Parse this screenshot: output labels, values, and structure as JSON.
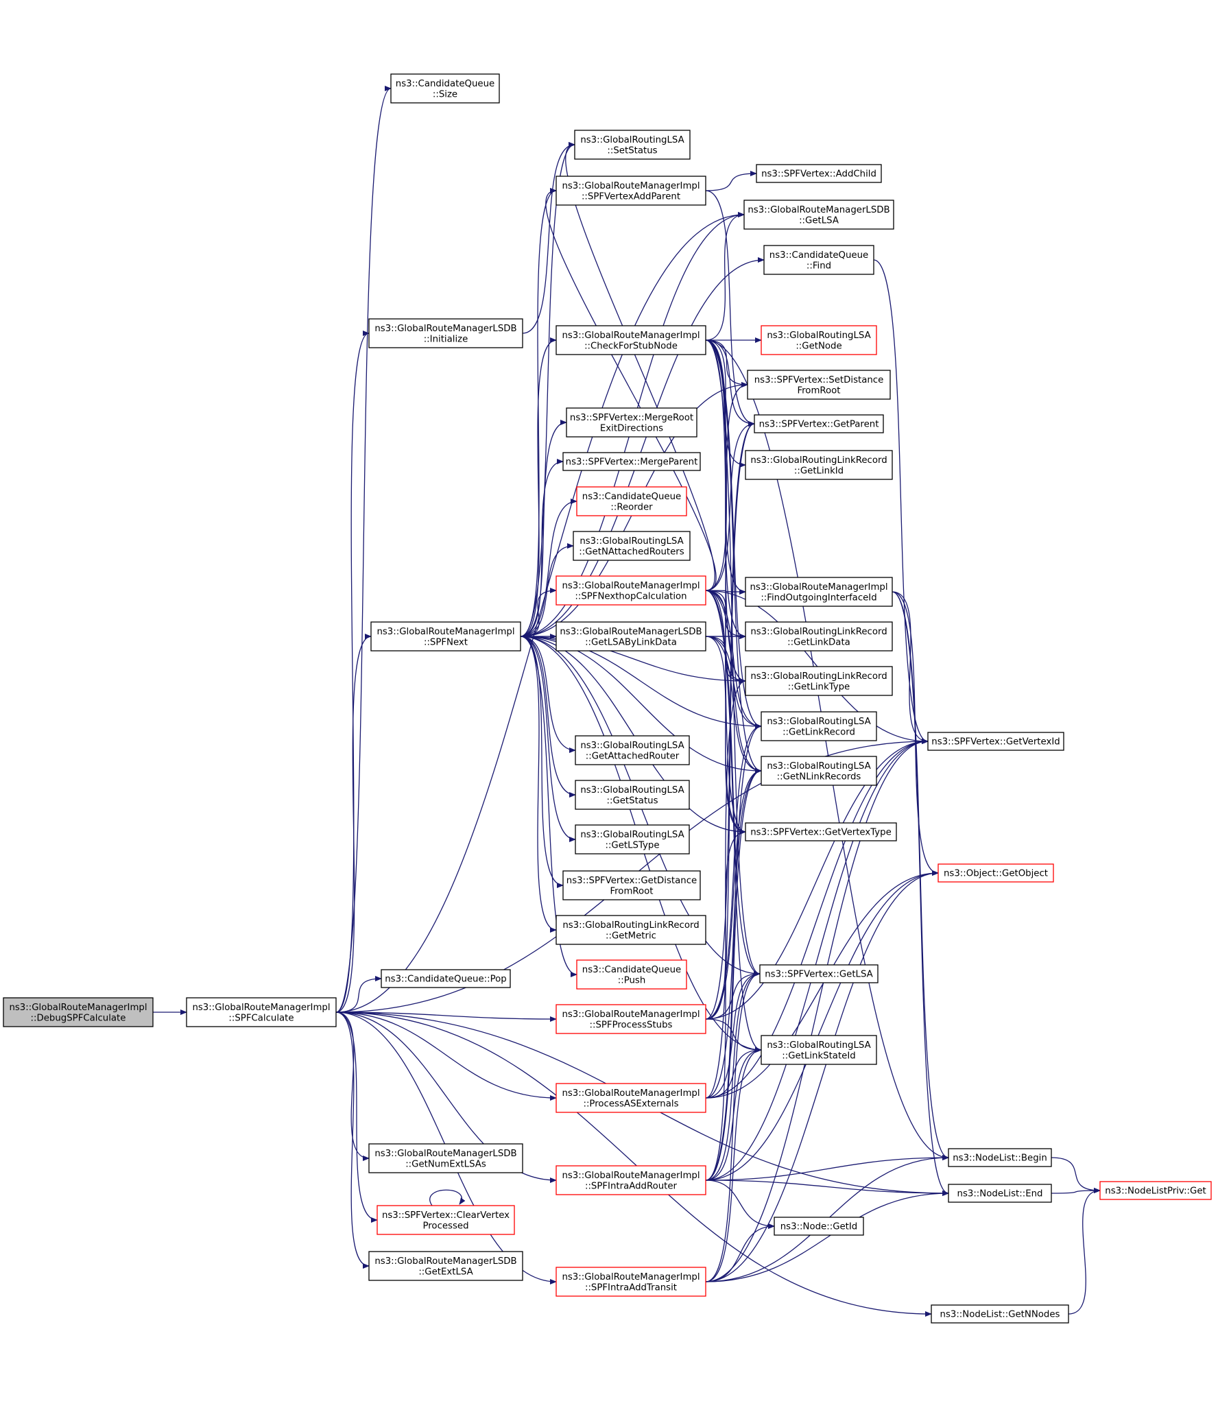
{
  "diagram": {
    "colors": {
      "edge": "#191970",
      "node_border": "#000000",
      "node_border_truncated": "#ff0000",
      "node_fill": "#ffffff",
      "root_fill": "#bfbfbf",
      "text": "#000000"
    },
    "nodes": [
      {
        "id": "debug",
        "lines": [
          "ns3::GlobalRouteManagerImpl",
          "::DebugSPFCalculate"
        ],
        "root": true
      },
      {
        "id": "spfcalc",
        "lines": [
          "ns3::GlobalRouteManagerImpl",
          "::SPFCalculate"
        ]
      },
      {
        "id": "cq_size",
        "lines": [
          "ns3::CandidateQueue",
          "::Size"
        ]
      },
      {
        "id": "lsdb_init",
        "lines": [
          "ns3::GlobalRouteManagerLSDB",
          "::Initialize"
        ]
      },
      {
        "id": "spfnext",
        "lines": [
          "ns3::GlobalRouteManagerImpl",
          "::SPFNext"
        ]
      },
      {
        "id": "cq_pop",
        "lines": [
          "ns3::CandidateQueue::Pop"
        ]
      },
      {
        "id": "lsdb_numext",
        "lines": [
          "ns3::GlobalRouteManagerLSDB",
          "::GetNumExtLSAs"
        ]
      },
      {
        "id": "clearvp",
        "lines": [
          "ns3::SPFVertex::ClearVertex",
          "Processed"
        ],
        "truncated": true
      },
      {
        "id": "lsdb_getext",
        "lines": [
          "ns3::GlobalRouteManagerLSDB",
          "::GetExtLSA"
        ]
      },
      {
        "id": "setstatus",
        "lines": [
          "ns3::GlobalRoutingLSA",
          "::SetStatus"
        ]
      },
      {
        "id": "addparent",
        "lines": [
          "ns3::GlobalRouteManagerImpl",
          "::SPFVertexAddParent"
        ]
      },
      {
        "id": "checkstub",
        "lines": [
          "ns3::GlobalRouteManagerImpl",
          "::CheckForStubNode"
        ]
      },
      {
        "id": "mergeroot",
        "lines": [
          "ns3::SPFVertex::MergeRoot",
          "ExitDirections"
        ]
      },
      {
        "id": "mergeparent",
        "lines": [
          "ns3::SPFVertex::MergeParent"
        ]
      },
      {
        "id": "cq_reorder",
        "lines": [
          "ns3::CandidateQueue",
          "::Reorder"
        ],
        "truncated": true
      },
      {
        "id": "natt",
        "lines": [
          "ns3::GlobalRoutingLSA",
          "::GetNAttachedRouters"
        ]
      },
      {
        "id": "nexthop",
        "lines": [
          "ns3::GlobalRouteManagerImpl",
          "::SPFNexthopCalculation"
        ],
        "truncated": true
      },
      {
        "id": "getlsabylink",
        "lines": [
          "ns3::GlobalRouteManagerLSDB",
          "::GetLSAByLinkData"
        ]
      },
      {
        "id": "getattached",
        "lines": [
          "ns3::GlobalRoutingLSA",
          "::GetAttachedRouter"
        ]
      },
      {
        "id": "getstatus",
        "lines": [
          "ns3::GlobalRoutingLSA",
          "::GetStatus"
        ]
      },
      {
        "id": "getlstype",
        "lines": [
          "ns3::GlobalRoutingLSA",
          "::GetLSType"
        ]
      },
      {
        "id": "getdist",
        "lines": [
          "ns3::SPFVertex::GetDistance",
          "FromRoot"
        ]
      },
      {
        "id": "getmetric",
        "lines": [
          "ns3::GlobalRoutingLinkRecord",
          "::GetMetric"
        ]
      },
      {
        "id": "cq_push",
        "lines": [
          "ns3::CandidateQueue",
          "::Push"
        ],
        "truncated": true
      },
      {
        "id": "procstubs",
        "lines": [
          "ns3::GlobalRouteManagerImpl",
          "::SPFProcessStubs"
        ],
        "truncated": true
      },
      {
        "id": "procase",
        "lines": [
          "ns3::GlobalRouteManagerImpl",
          "::ProcessASExternals"
        ],
        "truncated": true
      },
      {
        "id": "addrouter",
        "lines": [
          "ns3::GlobalRouteManagerImpl",
          "::SPFIntraAddRouter"
        ],
        "truncated": true
      },
      {
        "id": "addtransit",
        "lines": [
          "ns3::GlobalRouteManagerImpl",
          "::SPFIntraAddTransit"
        ],
        "truncated": true
      },
      {
        "id": "addchild",
        "lines": [
          "ns3::SPFVertex::AddChild"
        ]
      },
      {
        "id": "lsdb_getlsa",
        "lines": [
          "ns3::GlobalRouteManagerLSDB",
          "::GetLSA"
        ]
      },
      {
        "id": "cq_find",
        "lines": [
          "ns3::CandidateQueue",
          "::Find"
        ]
      },
      {
        "id": "getnode",
        "lines": [
          "ns3::GlobalRoutingLSA",
          "::GetNode"
        ],
        "truncated": true
      },
      {
        "id": "setdist",
        "lines": [
          "ns3::SPFVertex::SetDistance",
          "FromRoot"
        ]
      },
      {
        "id": "getparent",
        "lines": [
          "ns3::SPFVertex::GetParent"
        ]
      },
      {
        "id": "linkid",
        "lines": [
          "ns3::GlobalRoutingLinkRecord",
          "::GetLinkId"
        ]
      },
      {
        "id": "findif",
        "lines": [
          "ns3::GlobalRouteManagerImpl",
          "::FindOutgoingInterfaceId"
        ]
      },
      {
        "id": "linkdata",
        "lines": [
          "ns3::GlobalRoutingLinkRecord",
          "::GetLinkData"
        ]
      },
      {
        "id": "linktype",
        "lines": [
          "ns3::GlobalRoutingLinkRecord",
          "::GetLinkType"
        ]
      },
      {
        "id": "getlinkrecord",
        "lines": [
          "ns3::GlobalRoutingLSA",
          "::GetLinkRecord"
        ]
      },
      {
        "id": "nlinkrecords",
        "lines": [
          "ns3::GlobalRoutingLSA",
          "::GetNLinkRecords"
        ]
      },
      {
        "id": "vtype",
        "lines": [
          "ns3::SPFVertex::GetVertexType"
        ]
      },
      {
        "id": "vgetlsa",
        "lines": [
          "ns3::SPFVertex::GetLSA"
        ]
      },
      {
        "id": "linkstateid",
        "lines": [
          "ns3::GlobalRoutingLSA",
          "::GetLinkStateId"
        ]
      },
      {
        "id": "nodegetid",
        "lines": [
          "ns3::Node::GetId"
        ]
      },
      {
        "id": "vertexid",
        "lines": [
          "ns3::SPFVertex::GetVertexId"
        ]
      },
      {
        "id": "getobject",
        "lines": [
          "ns3::Object::GetObject"
        ],
        "truncated": true
      },
      {
        "id": "nl_begin",
        "lines": [
          "ns3::NodeList::Begin"
        ]
      },
      {
        "id": "nl_end",
        "lines": [
          "ns3::NodeList::End"
        ]
      },
      {
        "id": "nl_nnodes",
        "lines": [
          "ns3::NodeList::GetNNodes"
        ]
      },
      {
        "id": "nlpriv_get",
        "lines": [
          "ns3::NodeListPriv::Get"
        ],
        "truncated": true
      }
    ],
    "edges": [
      [
        "debug",
        "spfcalc"
      ],
      [
        "spfcalc",
        "cq_size"
      ],
      [
        "spfcalc",
        "lsdb_getlsa"
      ],
      [
        "spfcalc",
        "lsdb_init"
      ],
      [
        "spfcalc",
        "vertexid"
      ],
      [
        "spfcalc",
        "spfnext"
      ],
      [
        "spfcalc",
        "cq_pop"
      ],
      [
        "spfcalc",
        "procstubs"
      ],
      [
        "spfcalc",
        "procase"
      ],
      [
        "spfcalc",
        "addrouter"
      ],
      [
        "spfcalc",
        "lsdb_numext"
      ],
      [
        "spfcalc",
        "clearvp"
      ],
      [
        "spfcalc",
        "lsdb_getext"
      ],
      [
        "spfcalc",
        "addtransit"
      ],
      [
        "spfcalc",
        "nl_nnodes"
      ],
      [
        "spfcalc",
        "nl_end"
      ],
      [
        "clearvp",
        "clearvp"
      ],
      [
        "lsdb_init",
        "setstatus"
      ],
      [
        "spfnext",
        "setstatus"
      ],
      [
        "spfnext",
        "addparent"
      ],
      [
        "spfnext",
        "lsdb_getlsa"
      ],
      [
        "spfnext",
        "cq_find"
      ],
      [
        "spfnext",
        "checkstub"
      ],
      [
        "spfnext",
        "mergeroot"
      ],
      [
        "spfnext",
        "mergeparent"
      ],
      [
        "spfnext",
        "cq_reorder"
      ],
      [
        "spfnext",
        "natt"
      ],
      [
        "spfnext",
        "nexthop"
      ],
      [
        "spfnext",
        "getlsabylink"
      ],
      [
        "spfnext",
        "getattached"
      ],
      [
        "spfnext",
        "getstatus"
      ],
      [
        "spfnext",
        "getlstype"
      ],
      [
        "spfnext",
        "getdist"
      ],
      [
        "spfnext",
        "getmetric"
      ],
      [
        "spfnext",
        "cq_push"
      ],
      [
        "spfnext",
        "vtype"
      ],
      [
        "spfnext",
        "setdist"
      ],
      [
        "spfnext",
        "vgetlsa"
      ],
      [
        "spfnext",
        "linkstateid"
      ],
      [
        "spfnext",
        "linkdata"
      ],
      [
        "spfnext",
        "linktype"
      ],
      [
        "spfnext",
        "getlinkrecord"
      ],
      [
        "spfnext",
        "nlinkrecords"
      ],
      [
        "addparent",
        "addchild"
      ],
      [
        "addparent",
        "getparent"
      ],
      [
        "checkstub",
        "getnode"
      ],
      [
        "checkstub",
        "lsdb_getlsa"
      ],
      [
        "checkstub",
        "setdist"
      ],
      [
        "checkstub",
        "getparent"
      ],
      [
        "checkstub",
        "linkid"
      ],
      [
        "checkstub",
        "findif"
      ],
      [
        "checkstub",
        "linkdata"
      ],
      [
        "checkstub",
        "linktype"
      ],
      [
        "checkstub",
        "getlinkrecord"
      ],
      [
        "checkstub",
        "nlinkrecords"
      ],
      [
        "checkstub",
        "vtype"
      ],
      [
        "checkstub",
        "vgetlsa"
      ],
      [
        "checkstub",
        "nl_begin"
      ],
      [
        "cq_find",
        "vertexid"
      ],
      [
        "nexthop",
        "setstatus"
      ],
      [
        "nexthop",
        "addparent"
      ],
      [
        "nexthop",
        "setdist"
      ],
      [
        "nexthop",
        "getparent"
      ],
      [
        "nexthop",
        "findif"
      ],
      [
        "nexthop",
        "linkdata"
      ],
      [
        "nexthop",
        "linktype"
      ],
      [
        "nexthop",
        "getlinkrecord"
      ],
      [
        "nexthop",
        "nlinkrecords"
      ],
      [
        "nexthop",
        "vtype"
      ],
      [
        "nexthop",
        "vgetlsa"
      ],
      [
        "nexthop",
        "linkstateid"
      ],
      [
        "nexthop",
        "vertexid"
      ],
      [
        "getlsabylink",
        "linkdata"
      ],
      [
        "getlsabylink",
        "linktype"
      ],
      [
        "getlsabylink",
        "getlinkrecord"
      ],
      [
        "getlsabylink",
        "nlinkrecords"
      ],
      [
        "getlsabylink",
        "vtype"
      ],
      [
        "findif",
        "vertexid"
      ],
      [
        "findif",
        "getobject"
      ],
      [
        "findif",
        "nl_begin"
      ],
      [
        "findif",
        "nl_end"
      ],
      [
        "procstubs",
        "vgetlsa"
      ],
      [
        "procstubs",
        "linkstateid"
      ],
      [
        "procstubs",
        "getparent"
      ],
      [
        "procstubs",
        "nlinkrecords"
      ],
      [
        "procstubs",
        "vtype"
      ],
      [
        "procstubs",
        "getlinkrecord"
      ],
      [
        "procstubs",
        "vertexid"
      ],
      [
        "procase",
        "vgetlsa"
      ],
      [
        "procase",
        "linkstateid"
      ],
      [
        "procase",
        "getparent"
      ],
      [
        "procase",
        "nlinkrecords"
      ],
      [
        "procase",
        "getobject"
      ],
      [
        "procase",
        "vertexid"
      ],
      [
        "addrouter",
        "vgetlsa"
      ],
      [
        "addrouter",
        "linkstateid"
      ],
      [
        "addrouter",
        "getlinkrecord"
      ],
      [
        "addrouter",
        "nlinkrecords"
      ],
      [
        "addrouter",
        "linktype"
      ],
      [
        "addrouter",
        "vertexid"
      ],
      [
        "addrouter",
        "getobject"
      ],
      [
        "addrouter",
        "nl_begin"
      ],
      [
        "addrouter",
        "nl_end"
      ],
      [
        "addrouter",
        "nodegetid"
      ],
      [
        "addtransit",
        "vgetlsa"
      ],
      [
        "addtransit",
        "linkstateid"
      ],
      [
        "addtransit",
        "nodegetid"
      ],
      [
        "addtransit",
        "nl_begin"
      ],
      [
        "addtransit",
        "nl_end"
      ],
      [
        "addtransit",
        "getobject"
      ],
      [
        "addtransit",
        "vertexid"
      ],
      [
        "nl_begin",
        "nlpriv_get"
      ],
      [
        "nl_end",
        "nlpriv_get"
      ],
      [
        "nl_nnodes",
        "nlpriv_get"
      ]
    ]
  }
}
